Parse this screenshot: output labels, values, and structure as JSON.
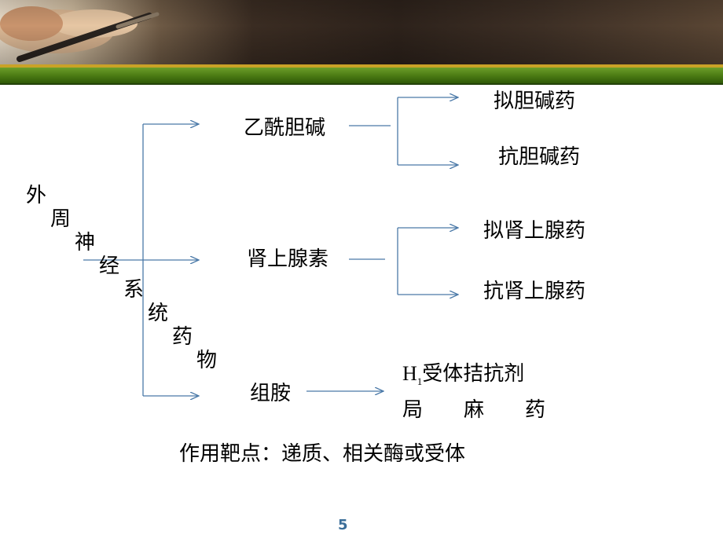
{
  "colors": {
    "arrow": "#4a79a8",
    "banner_green": "#4f7f16",
    "page_number": "#3b6e99"
  },
  "vertical_title": [
    "外",
    "周",
    "神",
    "经",
    "系",
    "统",
    "药",
    "物"
  ],
  "branches": {
    "ach": {
      "label": "乙酰胆碱",
      "sub": [
        "拟胆碱药",
        "抗胆碱药"
      ]
    },
    "adrenaline": {
      "label": "肾上腺素",
      "sub": [
        "拟肾上腺药",
        "抗肾上腺药"
      ]
    },
    "histamine": {
      "label": "组胺",
      "h1_prefix": "H",
      "h1_subscript": "1",
      "h1_rest": "受体拮抗剂",
      "local": [
        "局",
        "麻",
        "药"
      ]
    }
  },
  "footer": "作用靶点：递质、相关酶或受体",
  "page_number": "5"
}
